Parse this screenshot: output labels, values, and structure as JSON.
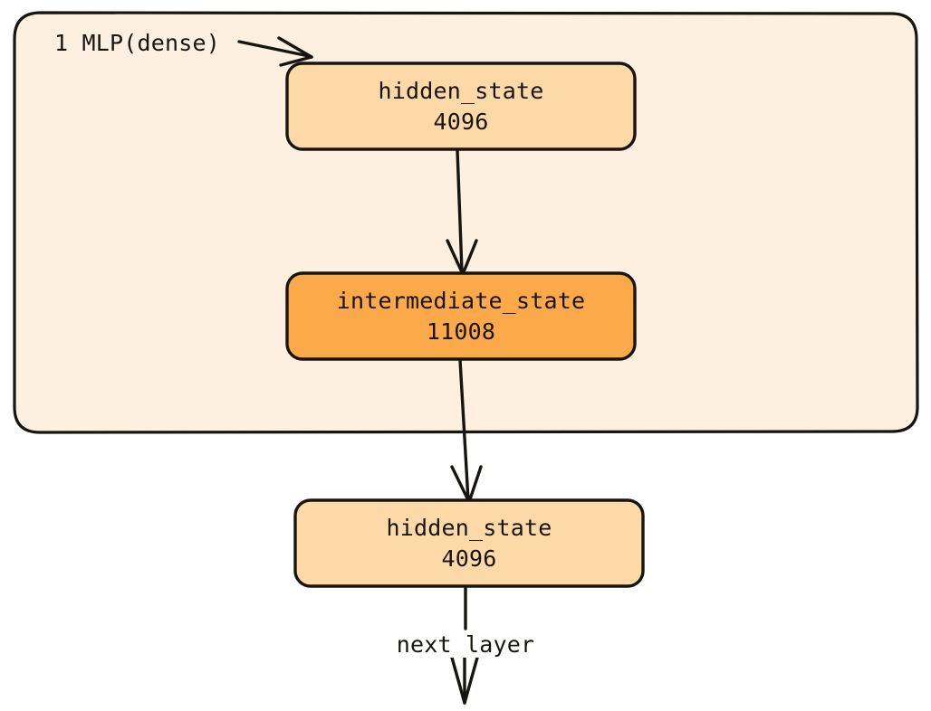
{
  "diagram": {
    "title_label": "1 MLP(dense)",
    "next_label": "next layer",
    "colors": {
      "page_background": "#ffffff",
      "group_fill": "#fdf0e1",
      "node_fill_light": "#fcd9a6",
      "node_fill_strong": "#fca94a",
      "stroke": "#17150f",
      "text": "#17150f"
    },
    "group": {
      "name": "mlp-dense-group",
      "label": "1 MLP(dense)"
    },
    "nodes": [
      {
        "id": "hidden-state-in",
        "name": "hidden_state",
        "dim": "4096",
        "fill": "light"
      },
      {
        "id": "intermediate",
        "name": "intermediate_state",
        "dim": "11008",
        "fill": "strong"
      },
      {
        "id": "hidden-state-out",
        "name": "hidden_state",
        "dim": "4096",
        "fill": "light"
      }
    ],
    "edges": [
      {
        "from": "hidden-state-in",
        "to": "intermediate",
        "label": ""
      },
      {
        "from": "intermediate",
        "to": "hidden-state-out",
        "label": ""
      },
      {
        "from": "hidden-state-out",
        "to": "next",
        "label": "next layer"
      }
    ]
  }
}
